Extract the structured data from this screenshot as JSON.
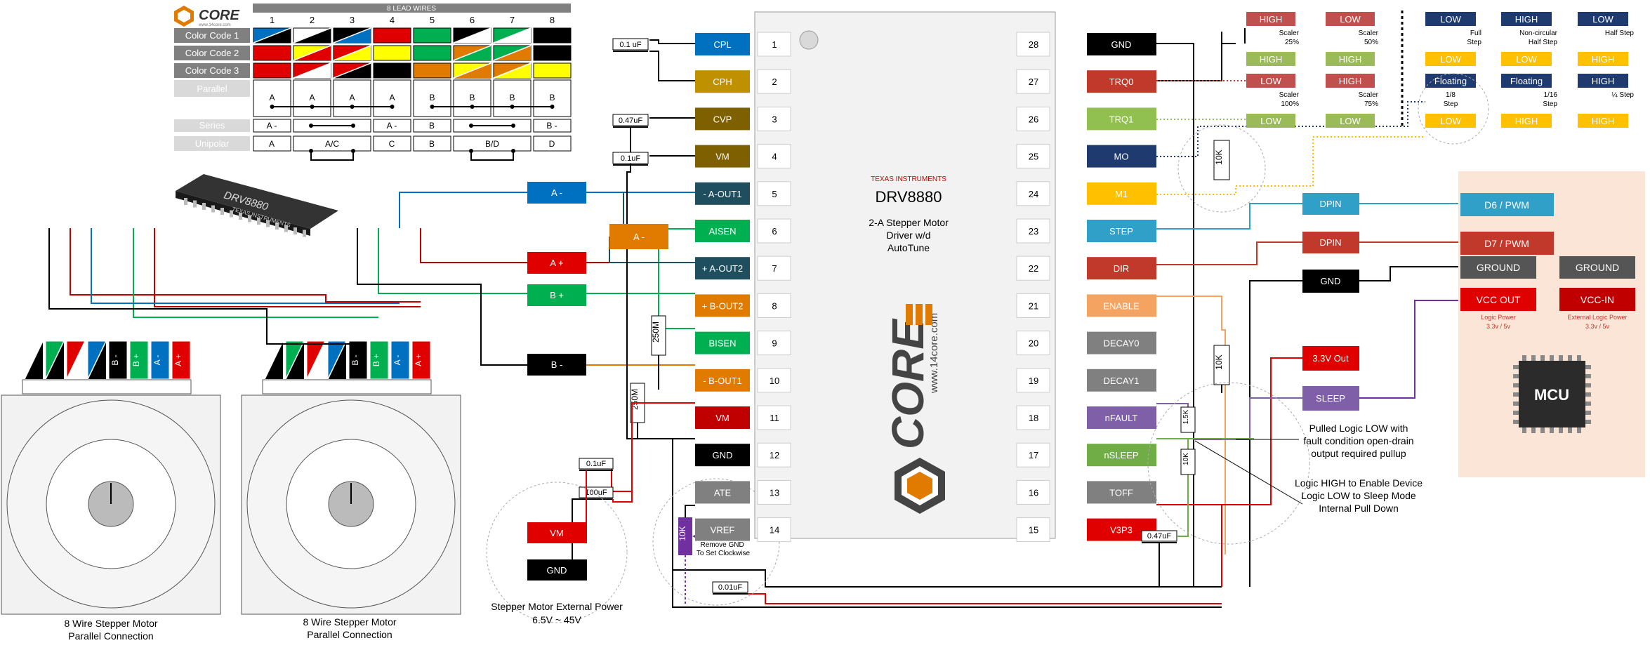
{
  "logo": {
    "brand": "CORE",
    "url": "www.14core.com"
  },
  "wire_table": {
    "title": "8 LEAD WIRES",
    "columns": [
      "1",
      "2",
      "3",
      "4",
      "5",
      "6",
      "7",
      "8"
    ],
    "rows": [
      {
        "label": "Color Code 1"
      },
      {
        "label": "Color Code 2"
      },
      {
        "label": "Color Code 3"
      }
    ],
    "parallel_label": "Parallel",
    "parallel": [
      "A",
      "A",
      "A",
      "A",
      "B",
      "B",
      "B",
      "B"
    ],
    "series_label": "Series",
    "series": [
      "A -",
      "A -",
      "B",
      "B -"
    ],
    "unipolar_label": "Unipolar",
    "unipolar": [
      "A",
      "A/C",
      "C",
      "B",
      "B/D",
      "D"
    ]
  },
  "chip": {
    "package_text": "DRV8880",
    "vendor": "TEXAS INSTRUMENTS",
    "name": "DRV8880",
    "desc1": "2-A Stepper Motor",
    "desc2": "Driver w/d",
    "desc3": "AutoTune",
    "watermark": "www.14core.com",
    "left_pins": [
      {
        "num": "1",
        "name": "CPL",
        "color": "#0070c0"
      },
      {
        "num": "2",
        "name": "CPH",
        "color": "#bf9000"
      },
      {
        "num": "3",
        "name": "CVP",
        "color": "#7f6000"
      },
      {
        "num": "4",
        "name": "VM",
        "color": "#7f6000"
      },
      {
        "num": "5",
        "name": "- A-OUT1",
        "color": "#1f4e5f"
      },
      {
        "num": "6",
        "name": "AISEN",
        "color": "#00b050"
      },
      {
        "num": "7",
        "name": "+ A-OUT2",
        "color": "#1f4e5f"
      },
      {
        "num": "8",
        "name": "+ B-OUT2",
        "color": "#e07b00"
      },
      {
        "num": "9",
        "name": "BISEN",
        "color": "#00b050"
      },
      {
        "num": "10",
        "name": "- B-OUT1",
        "color": "#e07b00"
      },
      {
        "num": "11",
        "name": "VM",
        "color": "#c00000"
      },
      {
        "num": "12",
        "name": "GND",
        "color": "#000000"
      },
      {
        "num": "13",
        "name": "ATE",
        "color": "#808080"
      },
      {
        "num": "14",
        "name": "VREF",
        "color": "#808080"
      }
    ],
    "right_pins": [
      {
        "num": "28",
        "name": "GND",
        "color": "#000000"
      },
      {
        "num": "27",
        "name": "TRQ0",
        "color": "#c0392b"
      },
      {
        "num": "26",
        "name": "TRQ1",
        "color": "#92c050"
      },
      {
        "num": "25",
        "name": "MO",
        "color": "#1f3a6e"
      },
      {
        "num": "24",
        "name": "M1",
        "color": "#ffc000"
      },
      {
        "num": "23",
        "name": "STEP",
        "color": "#31a0c8"
      },
      {
        "num": "22",
        "name": "DIR",
        "color": "#c0392b"
      },
      {
        "num": "21",
        "name": "ENABLE",
        "color": "#f4a460"
      },
      {
        "num": "20",
        "name": "DECAY0",
        "color": "#808080"
      },
      {
        "num": "19",
        "name": "DECAY1",
        "color": "#808080"
      },
      {
        "num": "18",
        "name": "nFAULT",
        "color": "#7f5fa8"
      },
      {
        "num": "17",
        "name": "nSLEEP",
        "color": "#70ad47"
      },
      {
        "num": "16",
        "name": "TOFF",
        "color": "#808080"
      },
      {
        "num": "15",
        "name": "V3P3",
        "color": "#e00000"
      }
    ]
  },
  "caps": {
    "c1": "0.1 uF",
    "c2": "0.47uF",
    "c3": "0.1uF",
    "c4": "0.1uF",
    "c5": "100uF",
    "c6": "0.01uF",
    "c7": "0.47uF"
  },
  "resistors": {
    "r250a": "250M",
    "r250b": "250M",
    "r10k_top": "10K",
    "r10k_mid": "10K",
    "r1_5k": "1.5K",
    "r10k_small": "10K",
    "r10k_pot": "10K"
  },
  "notes": {
    "pot": "Remove GND\nTo Set Clockwise",
    "power": "Stepper Motor External Power",
    "power_range": "6.5V ~ 45V",
    "pulled": "Pulled Logic LOW with",
    "pulled2": "fault condition open-drain",
    "pulled3": "output required pullup",
    "logic1": "Logic HIGH to Enable Device",
    "logic2": "Logic LOW to Sleep Mode",
    "logic3": "Internal Pull Down"
  },
  "labels": {
    "a_minus": "A -",
    "a_plus": "A +",
    "b_plus": "B +",
    "b_minus": "B -",
    "a_minus_sense": "A -",
    "vm": "VM",
    "gnd": "GND",
    "dpin1": "DPIN",
    "dpin2": "DPIN",
    "gnd_right": "GND",
    "v33_out": "3.3V Out",
    "sleep": "SLEEP"
  },
  "motors": [
    {
      "caption1": "8 Wire Stepper Motor",
      "caption2": "Parallel Connection"
    },
    {
      "caption1": "8 Wire Stepper Motor",
      "caption2": "Parallel Connection"
    }
  ],
  "motor_wire_labels": [
    "B -",
    "B +",
    "A -",
    "A +"
  ],
  "mcu": {
    "d6": "D6 / PWM",
    "d7": "D7 / PWM",
    "ground": "GROUND",
    "ground2": "GROUND",
    "vcc_out": "VCC OUT",
    "vcc_in": "VCC-IN",
    "vcc_out_note1": "Logic Power",
    "vcc_out_note2": "3.3v / 5v",
    "vcc_in_note1": "External Logic Power",
    "vcc_in_note2": "3.3v / 5v",
    "chip": "MCU"
  },
  "torque": [
    {
      "a": "HIGH",
      "b": "HIGH",
      "note1": "Scaler",
      "note2": "25%"
    },
    {
      "a": "LOW",
      "b": "HIGH",
      "note1": "Scaler",
      "note2": "50%"
    },
    {
      "a": "LOW",
      "b": "LOW",
      "note1": "Scaler",
      "note2": "100%"
    },
    {
      "a": "HIGH",
      "b": "LOW",
      "note1": "Scaler",
      "note2": "75%"
    }
  ],
  "microstep": [
    {
      "a": "LOW",
      "b": "LOW",
      "note1": "Full",
      "note2": "Step"
    },
    {
      "a": "HIGH",
      "b": "LOW",
      "note1": "Non-circular",
      "note2": "Half Step"
    },
    {
      "a": "LOW",
      "b": "HIGH",
      "note1": "Half Step",
      "note2": ""
    },
    {
      "a": "Floating",
      "b": "LOW",
      "note1": "1/8",
      "note2": "Step"
    },
    {
      "a": "Floating",
      "b": "HIGH",
      "note1": "1/16",
      "note2": "Step"
    },
    {
      "a": "HIGH",
      "b": "HIGH",
      "note1": "¼ Step",
      "note2": ""
    }
  ],
  "colors": {
    "red": "#e00000",
    "black": "#000000",
    "blue": "#0070c0",
    "green": "#00b050",
    "orange": "#e07b00",
    "purple": "#7030a0",
    "tan": "#fbe5d6"
  }
}
